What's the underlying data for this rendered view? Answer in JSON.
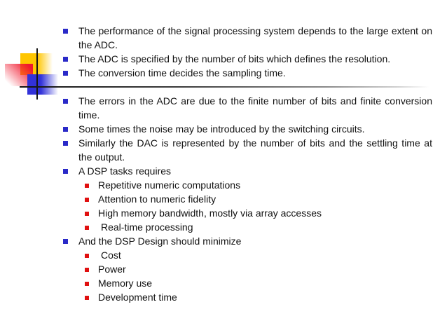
{
  "slide": {
    "colors": {
      "background": "#ffffff",
      "text": "#111111",
      "bullet_level1": "#2a2ac8",
      "bullet_level2": "#e01010",
      "ornament_yellow": "#ffc600",
      "ornament_red": "#f0182e",
      "ornament_blue": "#3232d9",
      "divider_line": "#141414"
    },
    "bullets": [
      {
        "level": 1,
        "text": "The performance of the signal processing system depends to the large extent on the ADC."
      },
      {
        "level": 1,
        "text": "The ADC is specified by the number of bits which defines the resolution."
      },
      {
        "level": 1,
        "text": "The conversion time decides the sampling time."
      },
      {
        "level": 1,
        "text": "The errors in the ADC are due to the finite number of bits and finite conversion time."
      },
      {
        "level": 1,
        "text": "Some times the noise may be introduced by the switching circuits."
      },
      {
        "level": 1,
        "text": "Similarly the DAC is represented by the number of bits and the settling time at the output."
      },
      {
        "level": 1,
        "text": "A DSP tasks requires"
      },
      {
        "level": 2,
        "text": "Repetitive numeric computations"
      },
      {
        "level": 2,
        "text": "Attention to numeric fidelity"
      },
      {
        "level": 2,
        "text": "High memory bandwidth, mostly via array accesses"
      },
      {
        "level": 2,
        "text": "Real-time processing"
      },
      {
        "level": 1,
        "text": "And the DSP Design should minimize"
      },
      {
        "level": 2,
        "text": "Cost"
      },
      {
        "level": 2,
        "text": "Power"
      },
      {
        "level": 2,
        "text": "Memory use"
      },
      {
        "level": 2,
        "text": "Development time"
      }
    ]
  }
}
